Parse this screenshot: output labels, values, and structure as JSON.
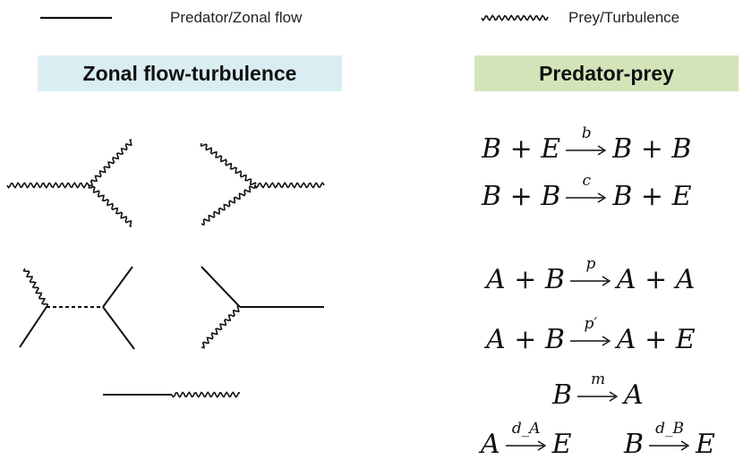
{
  "legend": {
    "solid_label": "Predator/Zonal flow",
    "wavy_label": "Prey/Turbulence"
  },
  "headers": {
    "left": "Zonal flow-turbulence",
    "right": "Predator-prey"
  },
  "reactions": [
    {
      "lhs": "B + E",
      "rate": "b",
      "rhs": "B + B"
    },
    {
      "lhs": "B + B",
      "rate": "c",
      "rhs": "B + E"
    },
    {
      "lhs": "A + B",
      "rate": "p",
      "rhs": "A + A"
    },
    {
      "lhs": "A + B",
      "rate": "p′",
      "rhs": "A + E"
    },
    {
      "lhs": "B",
      "rate": "m",
      "rhs": "A"
    },
    {
      "lhs": "A",
      "rate": "d_A",
      "rhs": "E"
    },
    {
      "lhs": "B",
      "rate": "d_B",
      "rhs": "E"
    }
  ]
}
